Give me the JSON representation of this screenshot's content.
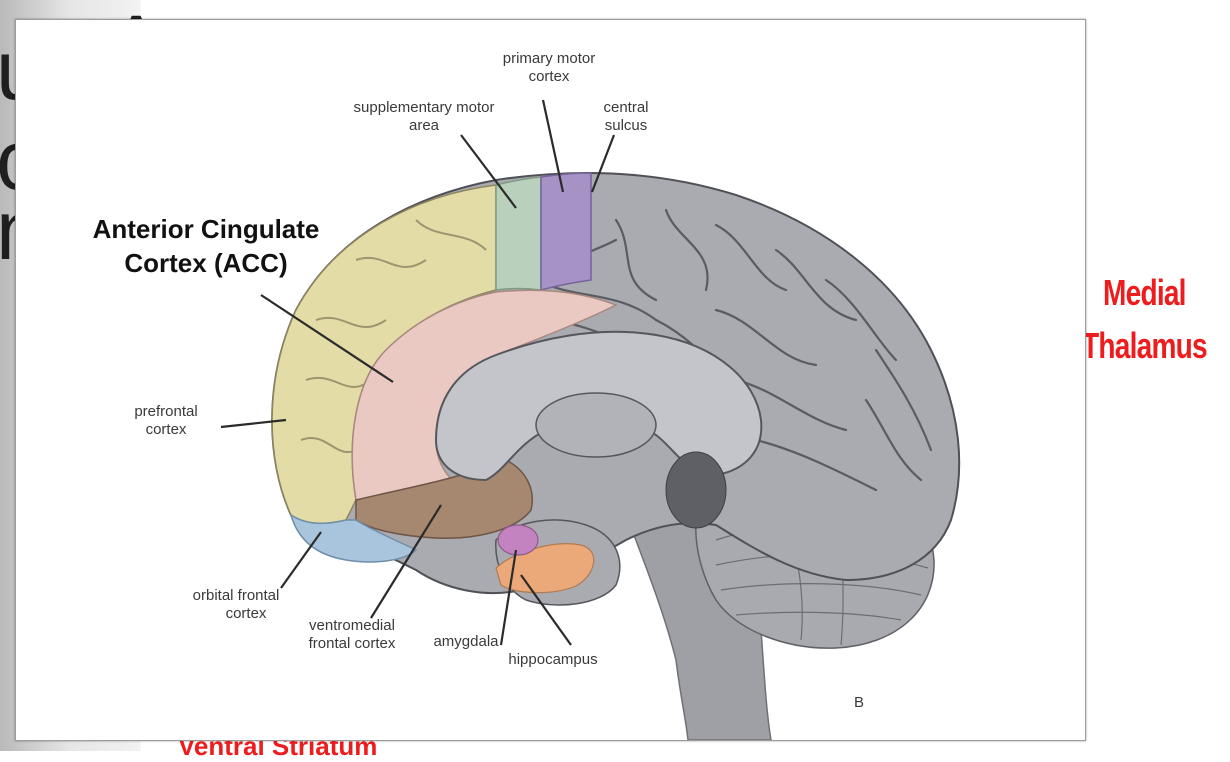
{
  "background": {
    "fragments": [
      "u",
      "c",
      "n"
    ],
    "top_fragment": "A",
    "right_labels": [
      "Medial",
      "Thalamus"
    ],
    "bottom_fragment": "Ventral Striatum"
  },
  "figure": {
    "labels": {
      "primary_motor": [
        "primary motor",
        "cortex"
      ],
      "supplementary_motor": [
        "supplementary motor",
        "area"
      ],
      "central_sulcus": [
        "central",
        "sulcus"
      ],
      "acc": [
        "Anterior Cingulate",
        "Cortex (ACC)"
      ],
      "prefrontal": [
        "prefrontal",
        "cortex"
      ],
      "orbital_frontal": [
        "orbital frontal",
        "cortex"
      ],
      "ventromedial": [
        "ventromedial",
        "frontal cortex"
      ],
      "amygdala": "amygdala",
      "hippocampus": "hippocampus",
      "panel": "B"
    }
  },
  "colors": {
    "red_label": "#ee1c1c",
    "brain_gray": "#a9abb1",
    "prefrontal": "#e4dca7",
    "acc": "#e9c9c1",
    "supplementary_motor": "#b9d1bc",
    "primary_motor": "#a792c6",
    "orbital_frontal": "#a9c5dd",
    "ventromedial": "#a68770",
    "amygdala": "#c383c1",
    "hippocampus": "#eba979"
  }
}
